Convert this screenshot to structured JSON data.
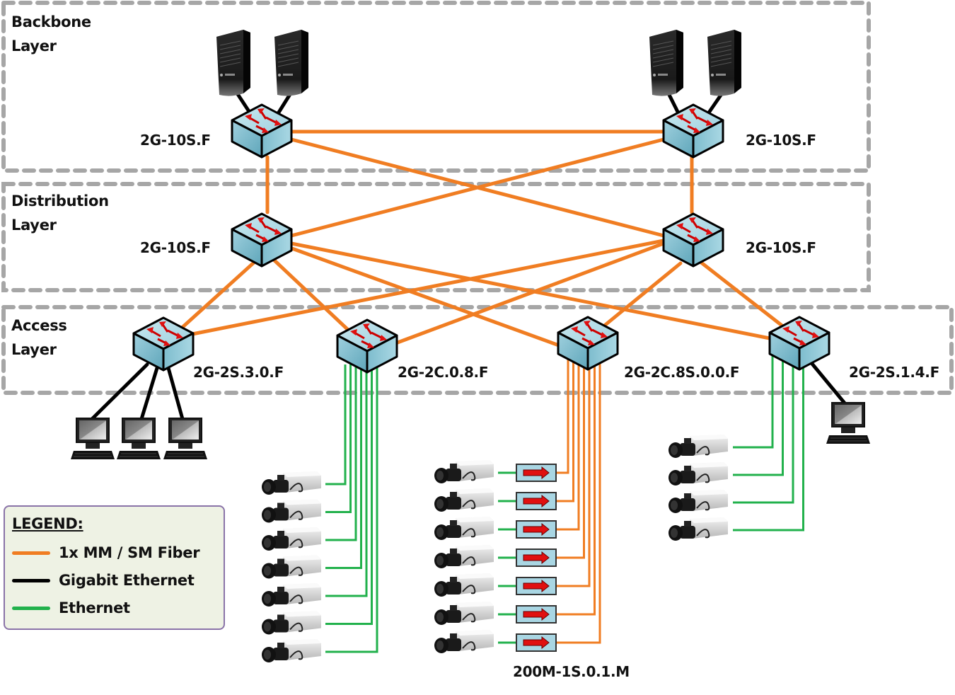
{
  "colors": {
    "fiber": "#f07d22",
    "gigabit": "#000000",
    "ethernet": "#22b14c",
    "zone_border": "#a6a6a6",
    "switch_fill": "#a9d6e3",
    "switch_arrow": "#e01010",
    "legend_bg": "#eef2e4",
    "legend_border": "#8a73a8"
  },
  "zones": [
    {
      "id": "backbone",
      "title_line1": "Backbone",
      "title_line2": "Layer"
    },
    {
      "id": "distribution",
      "title_line1": "Distribution",
      "title_line2": "Layer"
    },
    {
      "id": "access",
      "title_line1": "Access",
      "title_line2": "Layer"
    }
  ],
  "devices": {
    "backbone_left": {
      "label": "2G-10S.F",
      "type": "switch",
      "servers": 2
    },
    "backbone_right": {
      "label": "2G-10S.F",
      "type": "switch",
      "servers": 2
    },
    "distribution_left": {
      "label": "2G-10S.F",
      "type": "switch"
    },
    "distribution_right": {
      "label": "2G-10S.F",
      "type": "switch"
    },
    "access_1": {
      "label": "2G-2S.3.0.F",
      "type": "switch",
      "workstations": 3
    },
    "access_2": {
      "label": "2G-2C.0.8.F",
      "type": "switch",
      "cameras": 7
    },
    "access_3": {
      "label": "2G-2C.8S.0.0.F",
      "type": "switch",
      "cameras": 7
    },
    "access_4": {
      "label": "2G-2S.1.4.F",
      "type": "switch",
      "cameras": 4,
      "workstations": 1
    },
    "media_converter": {
      "label": "200M-1S.0.1.M",
      "type": "media-converter",
      "count": 7
    }
  },
  "links": [
    {
      "from": "backbone_left",
      "to": "backbone_right",
      "type": "fiber"
    },
    {
      "from": "backbone_left",
      "to": "distribution_left",
      "type": "fiber"
    },
    {
      "from": "backbone_left",
      "to": "distribution_right",
      "type": "fiber"
    },
    {
      "from": "backbone_right",
      "to": "distribution_right",
      "type": "fiber"
    },
    {
      "from": "backbone_right",
      "to": "distribution_left",
      "type": "fiber"
    },
    {
      "from": "distribution_left",
      "to": "access_1",
      "type": "fiber"
    },
    {
      "from": "distribution_left",
      "to": "access_2",
      "type": "fiber"
    },
    {
      "from": "distribution_left",
      "to": "access_3",
      "type": "fiber"
    },
    {
      "from": "distribution_left",
      "to": "access_4",
      "type": "fiber"
    },
    {
      "from": "distribution_right",
      "to": "access_1",
      "type": "fiber"
    },
    {
      "from": "distribution_right",
      "to": "access_2",
      "type": "fiber"
    },
    {
      "from": "distribution_right",
      "to": "access_3",
      "type": "fiber"
    },
    {
      "from": "distribution_right",
      "to": "access_4",
      "type": "fiber"
    }
  ],
  "legend": {
    "title": "LEGEND:",
    "items": [
      {
        "label": "1x MM / SM Fiber",
        "type": "fiber"
      },
      {
        "label": "Gigabit Ethernet",
        "type": "gigabit"
      },
      {
        "label": "Ethernet",
        "type": "ethernet"
      }
    ]
  }
}
